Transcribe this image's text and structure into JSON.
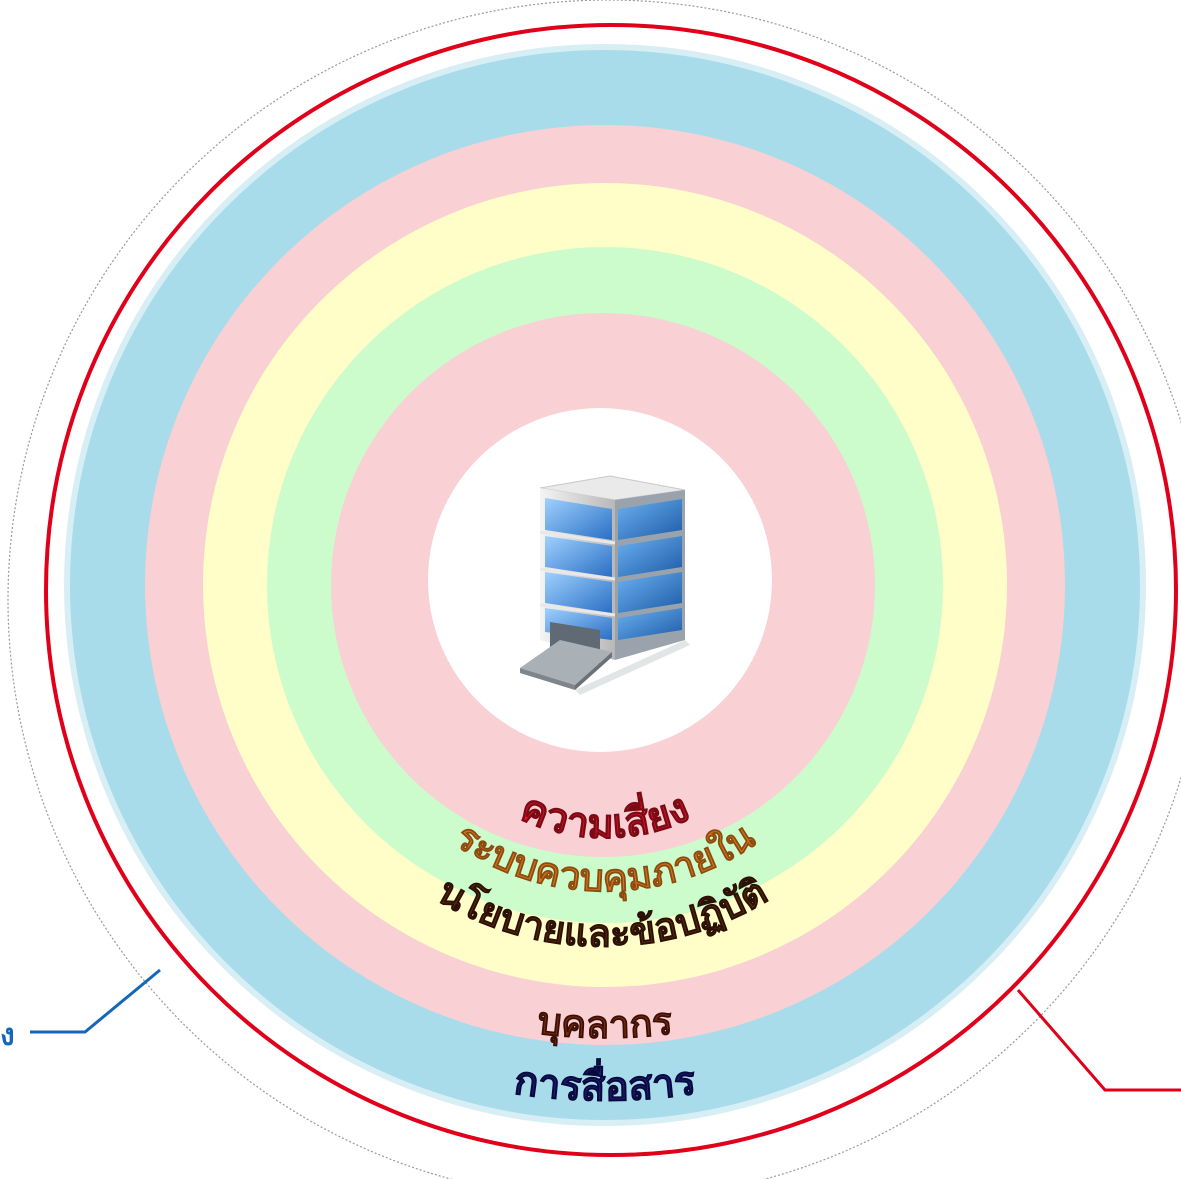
{
  "diagram": {
    "labels": {
      "risk": "ความเสี่ยง",
      "internal_control": "ระบบควบคุมภายใน",
      "policy": "นโยบายและข้อปฏิบัติ",
      "personnel": "บุคลากร",
      "communication": "การสื่อสาร",
      "left_callout": "ง"
    },
    "colors": {
      "outer_ring": "#A8DCEA",
      "pink_ring": "#F9D0D3",
      "yellow_ring": "#FFFDC8",
      "green_ring": "#CCFCCB",
      "inner_pink": "#F9D0D3",
      "center": "#FFFFFF",
      "outer_boundary": "#E0001A",
      "left_callout_line": "#1366B8",
      "right_callout_line": "#E0001A",
      "risk_text": "#E0102A",
      "internal_control_text": "#D4741A",
      "policy_text": "#5A2A0A",
      "personnel_text": "#7A2A10",
      "communication_text": "#1A1A8A"
    },
    "center_icon": "office-building-icon"
  }
}
